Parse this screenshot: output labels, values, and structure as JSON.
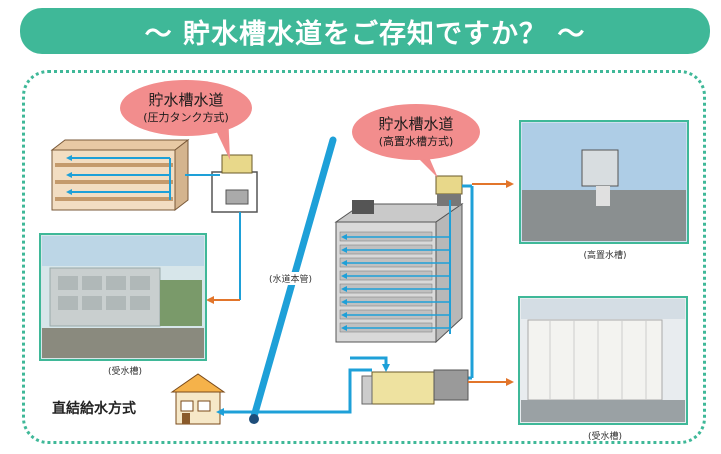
{
  "title": "～ 貯水槽水道をご存知ですか？ ～",
  "bubble_left": {
    "main": "貯水槽水道",
    "sub": "(圧力タンク方式)"
  },
  "bubble_right": {
    "main": "貯水槽水道",
    "sub": "(高置水槽方式)"
  },
  "main_pipe_label": "(水道本管)",
  "direct_supply_label": "直結給水方式",
  "caption_receiving_tank_left": "(受水槽)",
  "caption_elevated_tank": "(高置水槽)",
  "caption_receiving_tank_right": "(受水槽)",
  "colors": {
    "accent": "#3fb898",
    "pipe_blue": "#1ea0d8",
    "arrow_orange": "#e2752b",
    "bubble_pink": "#f28d8d"
  }
}
